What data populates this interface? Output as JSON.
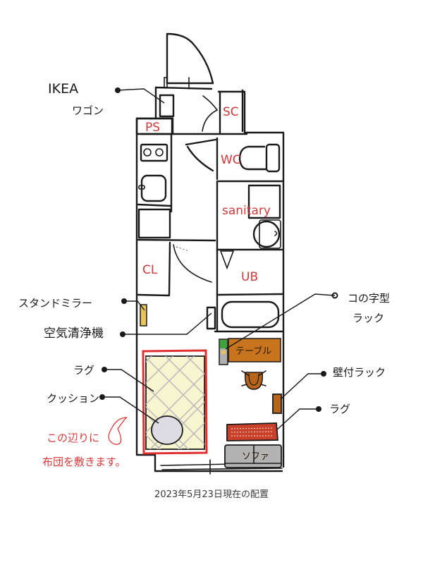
{
  "rooms": {
    "ps": "PS",
    "sc": "SC",
    "wc": "WC",
    "sanitary": "sanitary",
    "cl": "CL",
    "ub": "UB"
  },
  "furniture": {
    "table": "テーブル",
    "sofa": "ソファ"
  },
  "callouts": {
    "ikea_line1": "IKEA",
    "ikea_line2": "ワゴン",
    "stand_mirror": "スタンドミラー",
    "air_purifier": "空気清浄機",
    "rug_left": "ラグ",
    "cushion": "クッション",
    "u_rack_line1": "コの字型",
    "u_rack_line2": "ラック",
    "wall_rack": "壁付ラック",
    "rug_right": "ラグ"
  },
  "note": {
    "line1": "この辺りに",
    "line2": "布団を敷きます。"
  },
  "caption": "2023年5月23日現在の配置",
  "colors": {
    "label_red": "#d0393a",
    "futon_outline": "#e03030",
    "rug_fill": "#f7f5cf",
    "table_wood": "#c8741e",
    "sofa_gray": "#b3b3b3",
    "cushion_gray": "#dcdce2",
    "mirror_yellow": "#e8c55a",
    "rack_brown": "#b8641a",
    "red_rug": "#c9412a",
    "plant_green": "#3da33d"
  }
}
